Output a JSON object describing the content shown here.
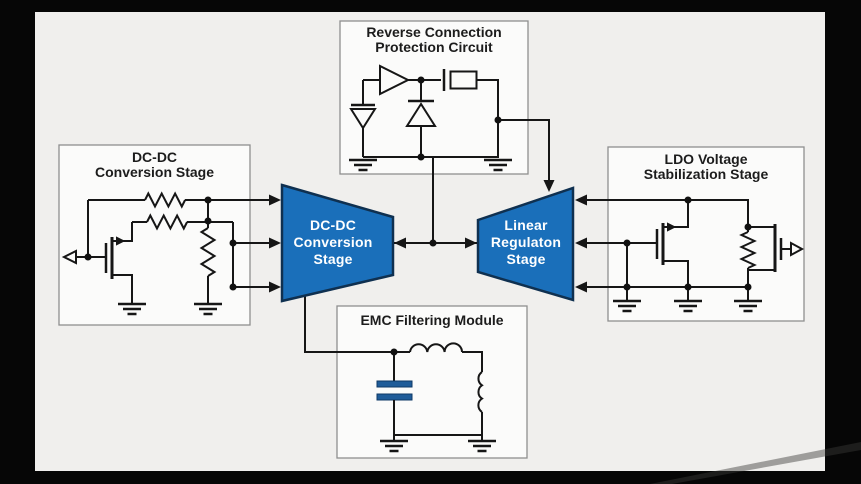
{
  "colors": {
    "frame_black": "#060606",
    "canvas_bg": "#f0efed",
    "box_fill": "#fbfbfa",
    "box_border": "#8f8f8f",
    "wire": "#161616",
    "stage_blue": "#1a6fba",
    "stage_border": "#0f3050",
    "capacitor_blue": "#1f5c99",
    "label_dark": "#1c1c1c",
    "label_light": "#ffffff"
  },
  "blocks": {
    "reverse_protection": {
      "title": [
        "Reverse Connection",
        "Protection Circuit"
      ]
    },
    "dcdc_circuit_box": {
      "title": [
        "DC-DC",
        "Conversion Stage"
      ]
    },
    "ldo_circuit_box": {
      "title": [
        "LDO Voltage",
        "Stabilization Stage"
      ]
    },
    "emc_box": {
      "title": "EMC Filtering Module"
    },
    "dcdc_stage": {
      "label": [
        "DC-DC",
        "Conversion",
        "Stage"
      ]
    },
    "linear_stage": {
      "label": [
        "Linear",
        "Regulaton",
        "Stage"
      ]
    }
  }
}
